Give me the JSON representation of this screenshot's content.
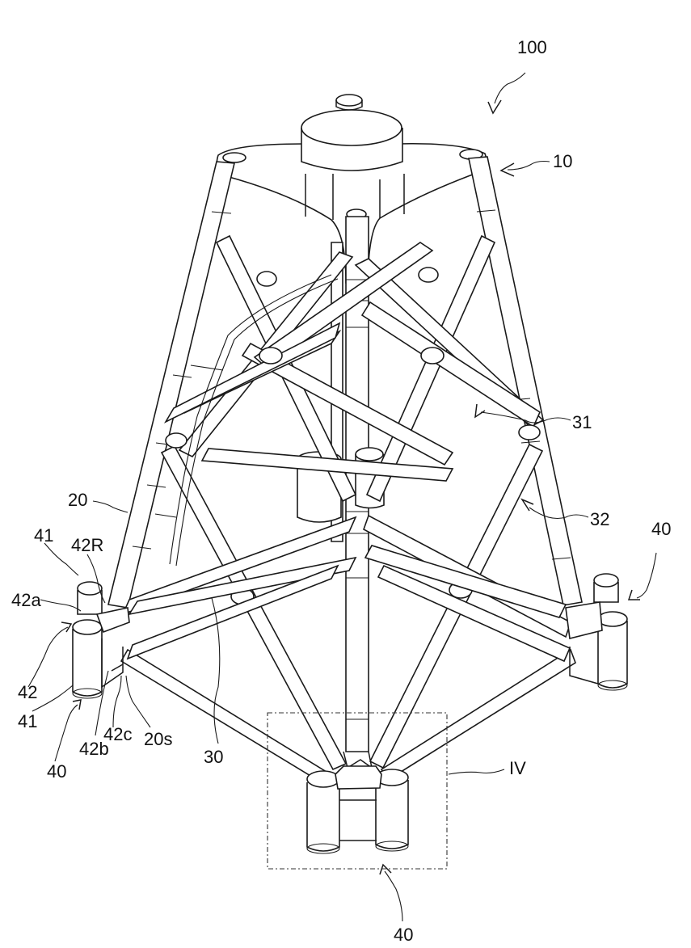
{
  "figure": {
    "labels": {
      "assembly": "100",
      "top_part": "10",
      "leg": "20",
      "brace_a": "31",
      "brace_b": "32",
      "base_bracing": "30",
      "foot_right": "40",
      "foot_left": "40",
      "foot_front": "40",
      "pile_sleeve_top": "41",
      "pile_sleeve_bottom": "41",
      "rib_r": "42R",
      "plate_a": "42a",
      "plate_group": "42",
      "plate_b": "42b",
      "plate_c": "42c",
      "leg_end": "20s",
      "detail_view": "IV"
    }
  }
}
